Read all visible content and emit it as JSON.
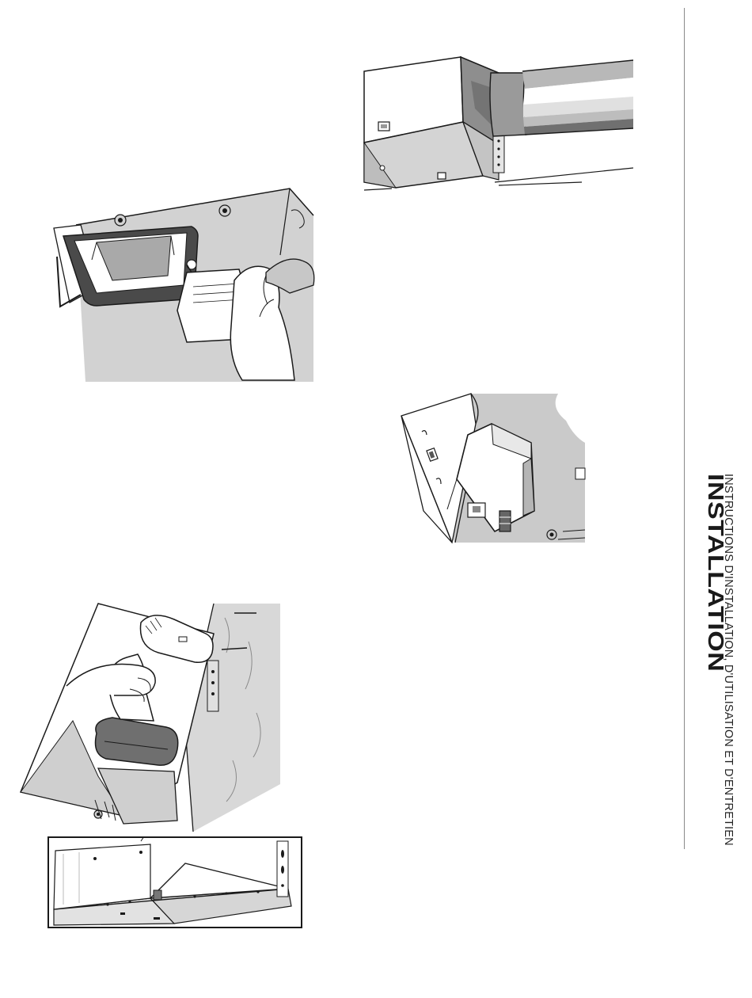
{
  "sidebar": {
    "subtitle": "INSTRUCTIONS D'INSTALLATION, D'UTILISATION ET D'ENTRETIEN",
    "title": "INSTALLATION"
  },
  "illustrations": [
    {
      "id": "duct-connector",
      "depicts": "hood-body-with-round-duct"
    },
    {
      "id": "drill-screw-outlet",
      "depicts": "drilling-screw-into-outlet"
    },
    {
      "id": "damper-box",
      "depicts": "damper-box-mounted"
    },
    {
      "id": "drill-bracket",
      "depicts": "drill-mounting-bracket"
    },
    {
      "id": "hood-underside-detail",
      "depicts": "hood-underside-inset"
    }
  ],
  "colors": {
    "paper": "#ffffff",
    "ink": "#1a1a1a",
    "shade_light": "#cfcfcf",
    "shade_mid": "#a8a8a8",
    "shade_dark": "#6e6e6e"
  }
}
